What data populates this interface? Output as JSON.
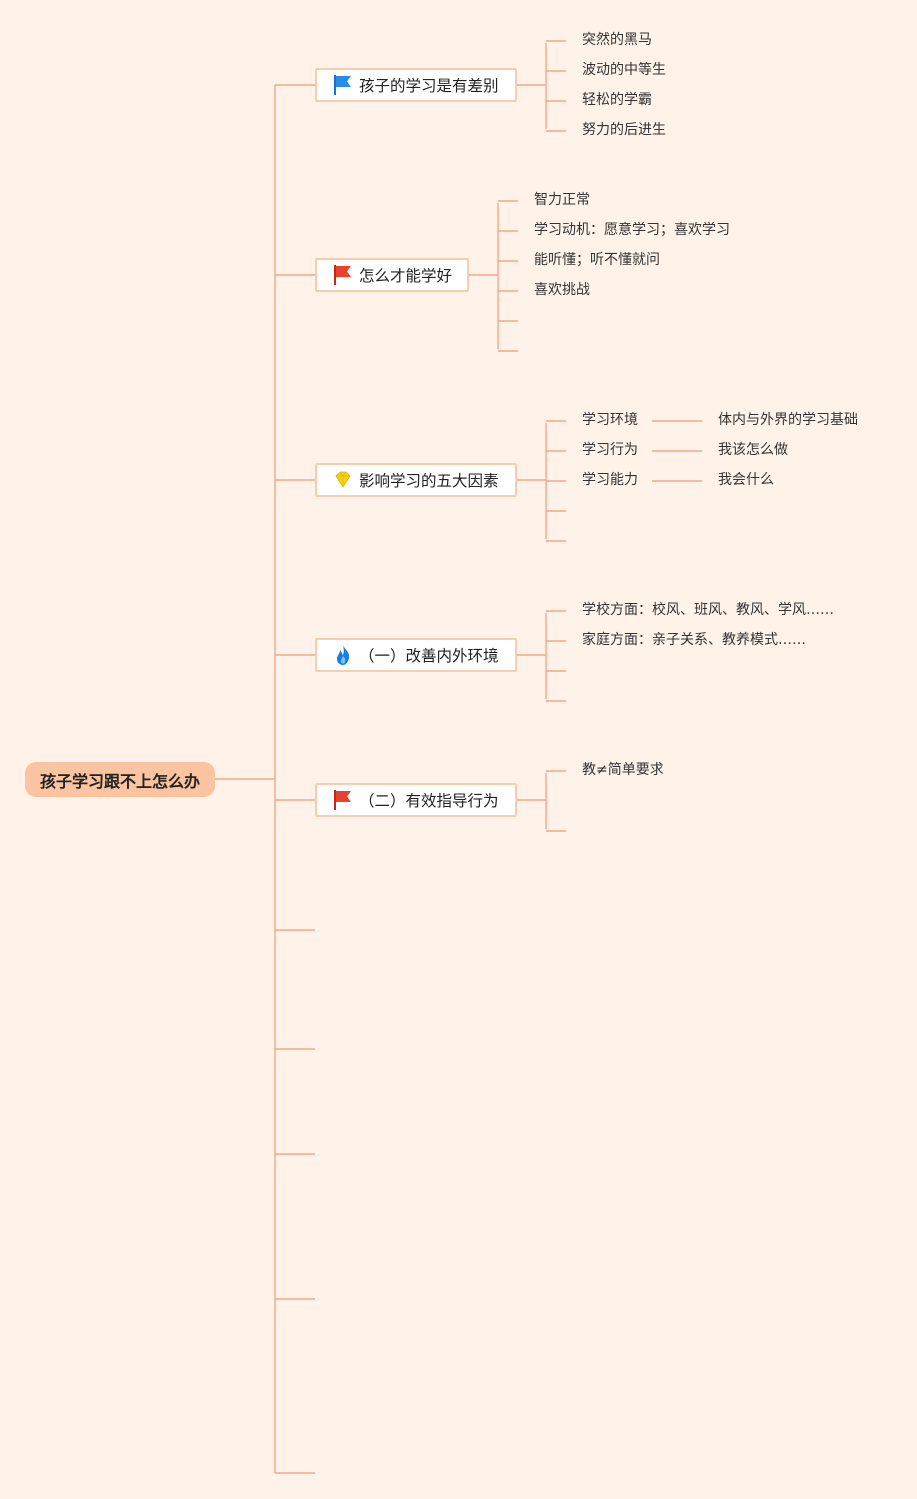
{
  "root": {
    "label": "孩子学习跟不上怎么办"
  },
  "colors": {
    "background": "#fff3e9",
    "connector": "#f2a88a",
    "root_fill": "#f9c49f",
    "topic_border": "#f6cdb0"
  },
  "topics": [
    {
      "label": "孩子的学习是有差别",
      "icon": "blue-flag-icon",
      "children": [
        {
          "label": "突然的黑马"
        },
        {
          "label": "波动的中等生"
        },
        {
          "label": "轻松的学霸"
        },
        {
          "label": "努力的后进生"
        }
      ]
    },
    {
      "label": "怎么才能学好",
      "icon": "red-flag-icon",
      "children": [
        {
          "label": "智力正常"
        },
        {
          "label": "学习动机：愿意学习；喜欢学习"
        },
        {
          "label": "能听懂；听不懂就问"
        },
        {
          "label": "喜欢挑战"
        },
        {
          "label": ""
        },
        {
          "label": ""
        }
      ]
    },
    {
      "label": "影响学习的五大因素",
      "icon": "diamond-icon",
      "children": [
        {
          "label": "学习环境",
          "detail": "体内与外界的学习基础"
        },
        {
          "label": "学习行为",
          "detail": "我该怎么做"
        },
        {
          "label": "学习能力",
          "detail": "我会什么"
        },
        {
          "label": ""
        },
        {
          "label": ""
        }
      ]
    },
    {
      "label": "（一）改善内外环境",
      "icon": "fire-icon",
      "children": [
        {
          "label": "学校方面：校风、班风、教风、学风……"
        },
        {
          "label": "家庭方面：亲子关系、教养模式……"
        },
        {
          "label": ""
        },
        {
          "label": ""
        }
      ]
    },
    {
      "label": "（二）有效指导行为",
      "icon": "red-flag-icon",
      "children": [
        {
          "label": "教≠简单要求"
        },
        {
          "label": ""
        }
      ]
    },
    {
      "label": "",
      "children": []
    },
    {
      "label": "",
      "children": []
    },
    {
      "label": "",
      "children": []
    },
    {
      "label": "",
      "children": []
    },
    {
      "label": "",
      "children": []
    }
  ]
}
